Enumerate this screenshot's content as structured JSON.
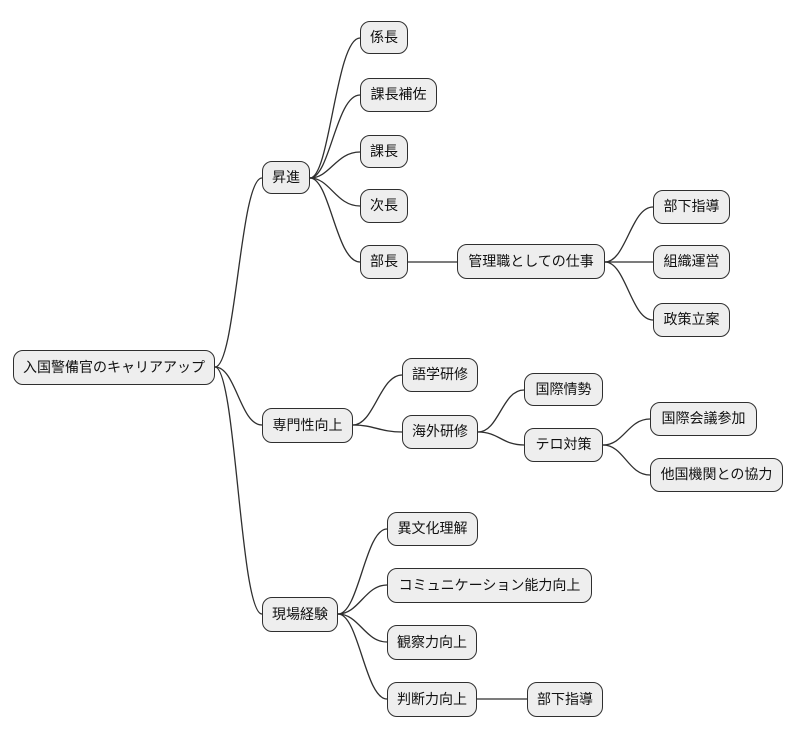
{
  "diagram_title": "入国警備官のキャリアアップ",
  "diagram_type": "mindmap",
  "colors": {
    "background": "#ffffff",
    "node_fill": "#eeeeee",
    "node_border": "#2f2f2f",
    "edge": "#2f2f2f",
    "text": "#111111"
  },
  "mindmap": {
    "label": "入国警備官のキャリアアップ",
    "children": [
      {
        "label": "昇進",
        "children": [
          {
            "label": "係長"
          },
          {
            "label": "課長補佐"
          },
          {
            "label": "課長"
          },
          {
            "label": "次長"
          },
          {
            "label": "部長",
            "children": [
              {
                "label": "管理職としての仕事",
                "children": [
                  {
                    "label": "部下指導"
                  },
                  {
                    "label": "組織運営"
                  },
                  {
                    "label": "政策立案"
                  }
                ]
              }
            ]
          }
        ]
      },
      {
        "label": "専門性向上",
        "children": [
          {
            "label": "語学研修"
          },
          {
            "label": "海外研修",
            "children": [
              {
                "label": "国際情勢"
              },
              {
                "label": "テロ対策",
                "children": [
                  {
                    "label": "国際会議参加"
                  },
                  {
                    "label": "他国機関との協力"
                  }
                ]
              }
            ]
          }
        ]
      },
      {
        "label": "現場経験",
        "children": [
          {
            "label": "異文化理解"
          },
          {
            "label": "コミュニケーション能力向上"
          },
          {
            "label": "観察力向上"
          },
          {
            "label": "判断力向上",
            "children": [
              {
                "label": "部下指導"
              }
            ]
          }
        ]
      }
    ]
  }
}
